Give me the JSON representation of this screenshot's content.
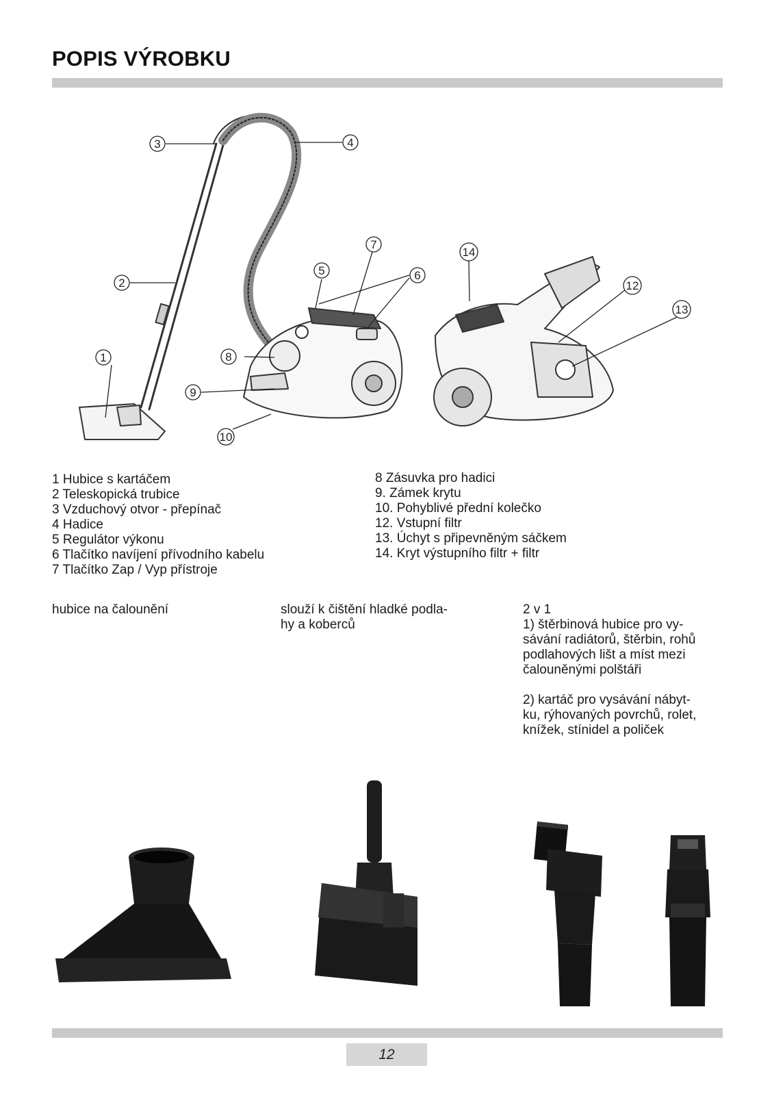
{
  "header": {
    "title": "POPIS VÝROBKU"
  },
  "diagram": {
    "callouts": [
      "1",
      "2",
      "3",
      "4",
      "5",
      "6",
      "7",
      "8",
      "9",
      "10",
      "12",
      "13",
      "14"
    ]
  },
  "legend": {
    "left": [
      "1 Hubice s kartáčem",
      "2 Teleskopická trubice",
      "3 Vzduchový otvor - přepínač",
      "4 Hadice",
      "5 Regulátor výkonu",
      "6 Tlačítko navíjení přívodního kabelu",
      "7 Tlačítko Zap / Vyp přístroje"
    ],
    "right": [
      "8 Zásuvka pro hadici",
      "9. Zámek krytu",
      "10. Pohyblivé přední kolečko",
      "12. Vstupní filtr",
      "13. Úchyt s připevněným sáčkem",
      "14. Kryt výstupního filtr + filtr"
    ]
  },
  "accessories": {
    "col1": [
      "hubice na čalounění"
    ],
    "col2": [
      "slouží k čištění hladké podla-",
      "hy a koberců"
    ],
    "col3_a": [
      "2 v 1",
      "1) štěrbinová hubice pro vy-",
      "sávání radiátorů, štěrbin, rohů",
      "podlahových lišt a míst mezi",
      "čalouněnými polštáři"
    ],
    "col3_b": [
      "2) kartáč pro vysávání nábyt-",
      "ku, rýhovaných povrchů, rolet,",
      "knížek, stínidel a poliček"
    ]
  },
  "footer": {
    "page_number": "12"
  }
}
